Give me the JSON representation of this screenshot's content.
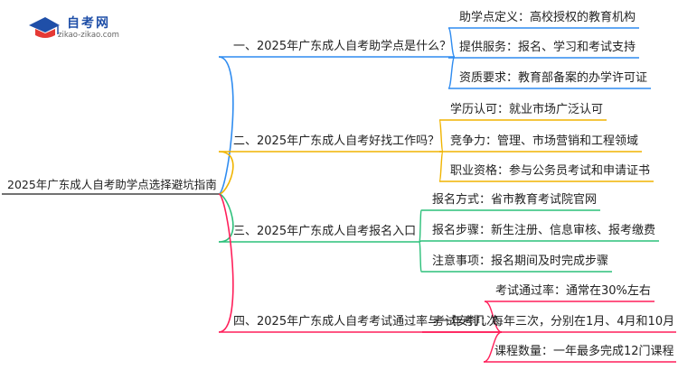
{
  "logo": {
    "name": "自考网",
    "url": "zikao-zikao.com"
  },
  "colors": {
    "branch1": "#2f8cf0",
    "branch2": "#f0b400",
    "branch3": "#2cc07a",
    "branch4": "#ff1f5a",
    "root": "#444444"
  },
  "mindmap": {
    "root": "2025年广东成人自考助学点选择避坑指南",
    "branches": [
      {
        "label": "一、2025年广东成人自考助学点是什么？",
        "children": [
          "助学点定义：高校授权的教育机构",
          "提供服务：报名、学习和考试支持",
          "资质要求：教育部备案的办学许可证"
        ]
      },
      {
        "label": "二、2025年广东成人自考好找工作吗？",
        "children": [
          "学历认可：就业市场广泛认可",
          "竞争力：管理、市场营销和工程领域",
          "职业资格：参与公务员考试和申请证书"
        ]
      },
      {
        "label": "三、2025年广东成人自考报名入口",
        "children": [
          "报名方式：省市教育考试院官网",
          "报名步骤：新生注册、信息审核、报考缴费",
          "注意事项：报名期间及时完成步骤"
        ]
      },
      {
        "label": "四、2025年广东成人自考考试通过率与一年考几次",
        "children": [
          "考试通过率：通常在30%左右",
          "考试安排：每年三次，分别在1月、4月和10月",
          "课程数量：一年最多完成12门课程"
        ]
      }
    ]
  }
}
